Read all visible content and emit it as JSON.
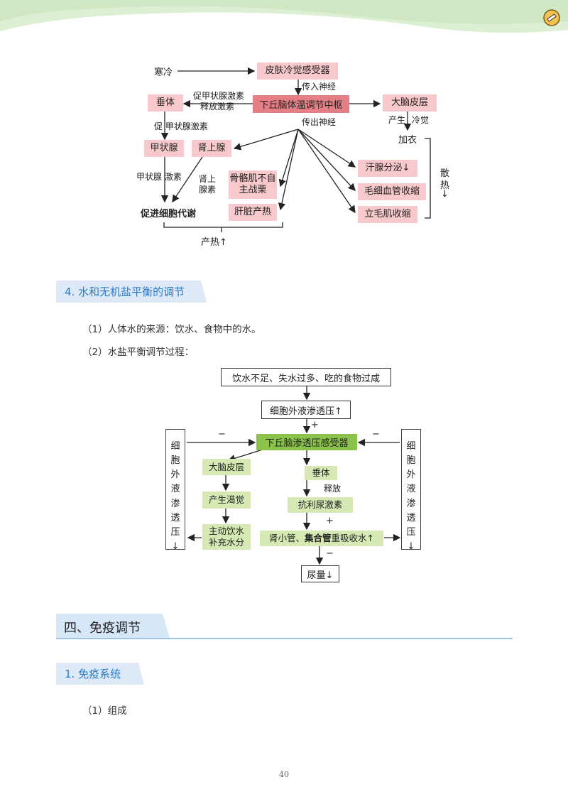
{
  "header": {
    "logo_icon": "pencil-badge-icon"
  },
  "diagram1": {
    "cold": "寒冷",
    "skin_receptor": "皮肤冷觉感受器",
    "afferent": "传入神经",
    "center": "下丘脑体温调节中枢",
    "pituitary": "垂体",
    "trh1": "促甲状腺激素",
    "trh2": "释放激素",
    "cortex": "大脑皮层",
    "tsh": "促 甲状腺激素",
    "efferent": "传出神经",
    "cold_sense_a": "产生",
    "cold_sense_b": "冷觉",
    "add_clothes": "加衣",
    "thyroid": "甲状腺",
    "adrenal": "肾上腺",
    "sweat": "汗腺分泌↓",
    "thyroxine": "甲状腺 激素",
    "adrenaline1": "肾上",
    "adrenaline2": "腺素",
    "shiver": "骨骼肌不自主战栗",
    "capillary": "毛细血管收缩",
    "dissipate1": "散",
    "dissipate2": "热",
    "dissipate3": "↓",
    "metabolism": "促进细胞代谢",
    "liver": "肝脏产热",
    "piloerect": "立毛肌收缩",
    "heat_prod": "产热↑"
  },
  "section4": {
    "title": "4. 水和无机盐平衡的调节",
    "line1": "（1）人体水的来源：饮水、食物中的水。",
    "line2": "（2）水盐平衡调节过程："
  },
  "diagram2": {
    "cause": "饮水不足、失水过多、吃的食物过咸",
    "osm_up": "细胞外液渗透压↑",
    "plus1": "+",
    "minus_left": "−",
    "minus_right": "−",
    "receptor": "下丘脑渗透压感受器",
    "side_text": [
      "细",
      "胞",
      "外",
      "液",
      "渗",
      "透",
      "压",
      "↓"
    ],
    "cortex": "大脑皮层",
    "pituitary": "垂体",
    "release": "释放",
    "thirst": "产生渴觉",
    "adh": "抗利尿激素",
    "plus2": "+",
    "drink1": "主动饮水",
    "drink2": "补充水分",
    "kidney_a": "肾小管、",
    "kidney_b": "集合管",
    "kidney_c": "重吸收水↑",
    "minus_bottom": "−",
    "urine": "尿量↓"
  },
  "chapter4": {
    "title": "四、免疫调节"
  },
  "section1": {
    "title": "1. 免疫系统",
    "line1": "（1）组成"
  },
  "footer": {
    "page": "40"
  }
}
